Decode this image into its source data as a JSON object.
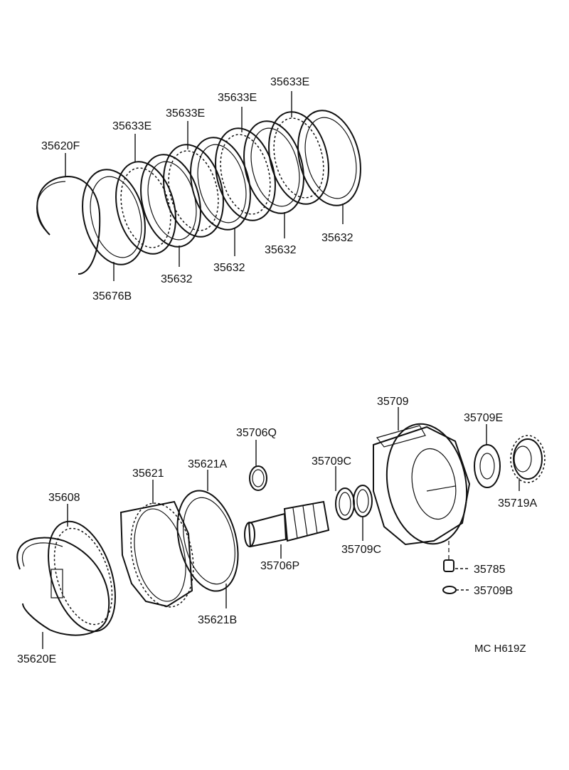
{
  "diagram_code": "MC H619Z",
  "labels": {
    "p35620F": "35620F",
    "p35676B": "35676B",
    "p35633E_1": "35633E",
    "p35633E_2": "35633E",
    "p35633E_3": "35633E",
    "p35633E_4": "35633E",
    "p35632_1": "35632",
    "p35632_2": "35632",
    "p35632_3": "35632",
    "p35632_4": "35632",
    "p35608": "35608",
    "p35620E": "35620E",
    "p35621": "35621",
    "p35621A": "35621A",
    "p35621B": "35621B",
    "p35706Q": "35706Q",
    "p35706P": "35706P",
    "p35709C_1": "35709C",
    "p35709C_2": "35709C",
    "p35709": "35709",
    "p35709E": "35709E",
    "p35719A": "35719A",
    "p35785": "35785",
    "p35709B": "35709B"
  }
}
